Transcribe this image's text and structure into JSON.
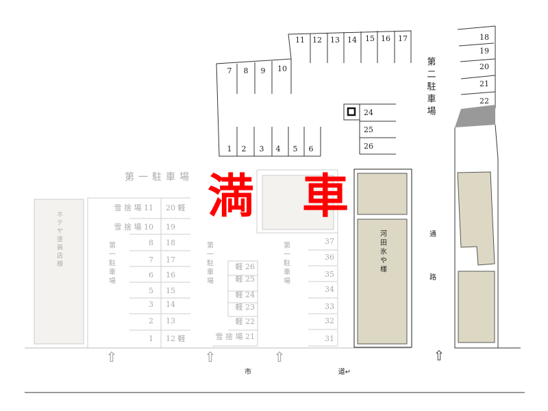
{
  "status_label": [
    "満",
    "車"
  ],
  "lot1": {
    "title": "第一駐車場",
    "vertical_labels": [
      "第一駐車場",
      "第一駐車場",
      "第一駐車場"
    ],
    "left_col": [
      "雪 捨 場 11",
      "雪 捨 場 10",
      "8",
      "7",
      "6",
      "5",
      "3",
      "2",
      "1"
    ],
    "right_col": [
      "20 軽",
      "19",
      "18",
      "17",
      "16",
      "15",
      "14",
      "13",
      "12 軽"
    ],
    "mid_col": [
      "軽 26",
      "軽 25",
      "軽 24",
      "軽 23",
      "軽 22",
      "雪 捨 場 21"
    ],
    "east_col": [
      "37",
      "36",
      "35",
      "34",
      "33",
      "32",
      "31"
    ]
  },
  "lot2": {
    "title": "第二駐車場",
    "row_top_left": [
      "7",
      "8",
      "9",
      "10"
    ],
    "row_top_right": [
      "11",
      "12",
      "13",
      "14",
      "15",
      "16",
      "17"
    ],
    "row_bottom": [
      "1",
      "2",
      "3",
      "4",
      "5",
      "6"
    ],
    "row_side": [
      "24",
      "25",
      "26"
    ],
    "row_east": [
      "18",
      "19",
      "20",
      "21",
      "22"
    ]
  },
  "buildings": {
    "west": "ホテヤ塗装店様",
    "center": "河田氷や様"
  },
  "passage": [
    "通",
    "路"
  ],
  "road": [
    "市",
    "道↵"
  ],
  "colors": {
    "full_red": "#ff0000",
    "building": "#dcd8c4",
    "ghost_building": "#f3f2ee",
    "hatch": "#999999"
  }
}
